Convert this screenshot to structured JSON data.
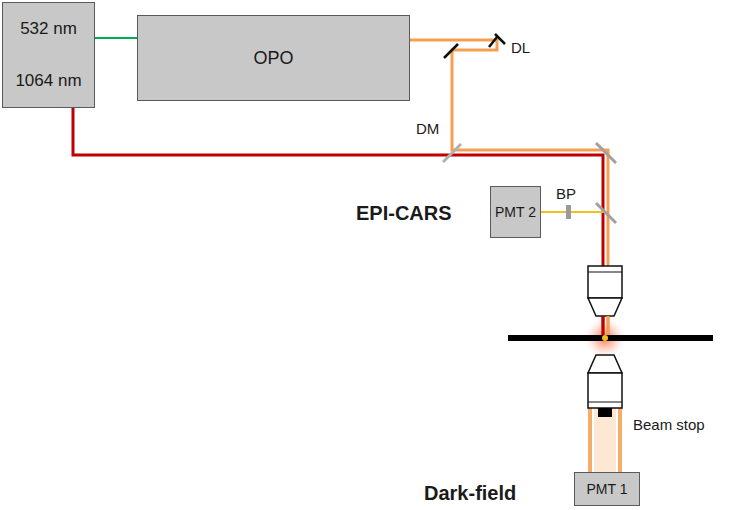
{
  "diagram": {
    "nodes": [
      {
        "text": [
          "532 nm",
          "1064 nm"
        ]
      },
      {
        "text": [
          "OPO"
        ]
      },
      {
        "text": [
          "PMT 2"
        ]
      },
      {
        "text": [
          "PMT 1"
        ]
      }
    ],
    "edges": [
      {
        "from": 0,
        "to": 1,
        "arrow": "none"
      }
    ],
    "labels": [
      "DL",
      "DM",
      "BP",
      "EPI-CARS",
      "Beam stop",
      "Dark-field"
    ]
  }
}
